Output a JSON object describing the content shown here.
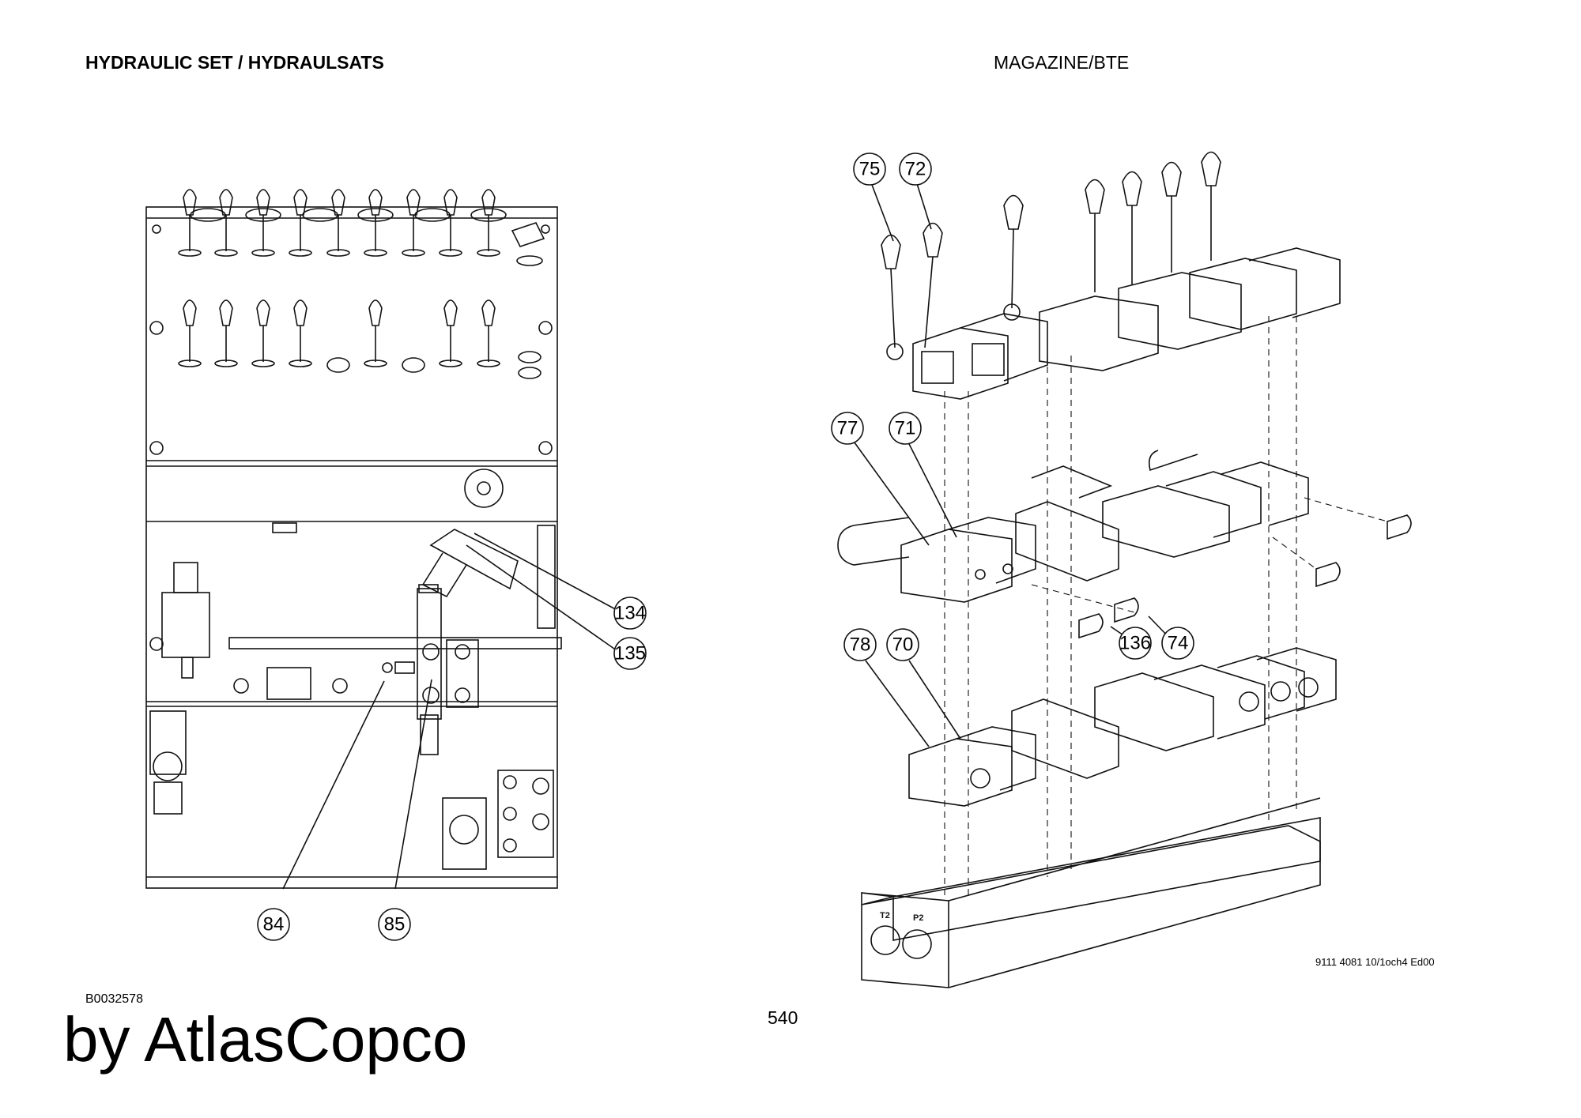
{
  "header": {
    "left_title": "HYDRAULIC SET / HYDRAULSATS",
    "right_title": "MAGAZINE/BTE"
  },
  "footer": {
    "drawing_code": "B0032578",
    "page_number": "540",
    "document_ref": "9111 4081 10/1och4 Ed00",
    "brand_text": "by AtlasCopco"
  },
  "callouts": {
    "c134": "134",
    "c135": "135",
    "c84": "84",
    "c85": "85",
    "c75": "75",
    "c72": "72",
    "c77": "77",
    "c71": "71",
    "c136": "136",
    "c74": "74",
    "c78": "78",
    "c70": "70"
  },
  "manifold_ports": {
    "t2": "T2",
    "p2": "P2"
  }
}
